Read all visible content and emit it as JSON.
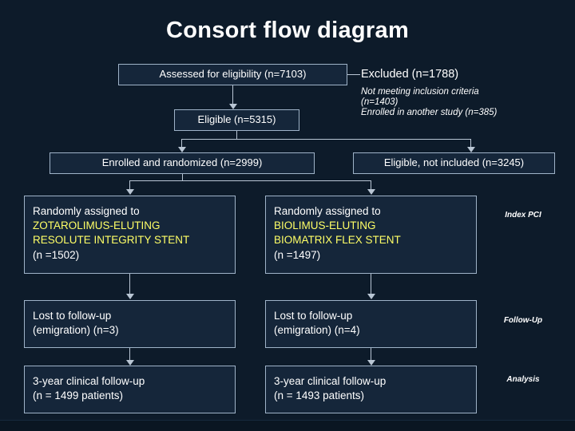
{
  "slide": {
    "title": "Consort flow diagram",
    "background_color": "#0d1b2a",
    "accent_color": "#ffff66"
  },
  "boxes": {
    "assessed": "Assessed for eligibility (n=7103)",
    "eligible": "Eligible (n=5315)",
    "enrolled_randomized": "Enrolled and randomized (n=2999)",
    "eligible_not_included": "Eligible, not included (n=3245)",
    "left_arm": {
      "line1": "Randomly assigned to",
      "line2": "ZOTAROLIMUS-ELUTING",
      "line3": "RESOLUTE INTEGRITY STENT",
      "line4": "(n =1502)"
    },
    "right_arm": {
      "line1": "Randomly assigned to",
      "line2": "BIOLIMUS-ELUTING",
      "line3": "BIOMATRIX FLEX STENT",
      "line4": "(n =1497)"
    },
    "left_lost": {
      "line1": "Lost to follow-up",
      "line2": "(emigration) (n=3)"
    },
    "right_lost": {
      "line1": "Lost to follow-up",
      "line2": "(emigration) (n=4)"
    },
    "left_followup": {
      "line1": "3-year clinical follow-up",
      "line2": "(n = 1499 patients)"
    },
    "right_followup": {
      "line1": "3-year clinical follow-up",
      "line2": "(n = 1493 patients)"
    }
  },
  "excluded": {
    "title": "Excluded (n=1788)",
    "reason1": "Not meeting inclusion criteria",
    "reason2": "(n=1403)",
    "reason3": "Enrolled in another study (n=385)"
  },
  "stage_labels": {
    "index_pci": "Index PCI",
    "follow_up": "Follow-Up",
    "analysis": "Analysis"
  }
}
